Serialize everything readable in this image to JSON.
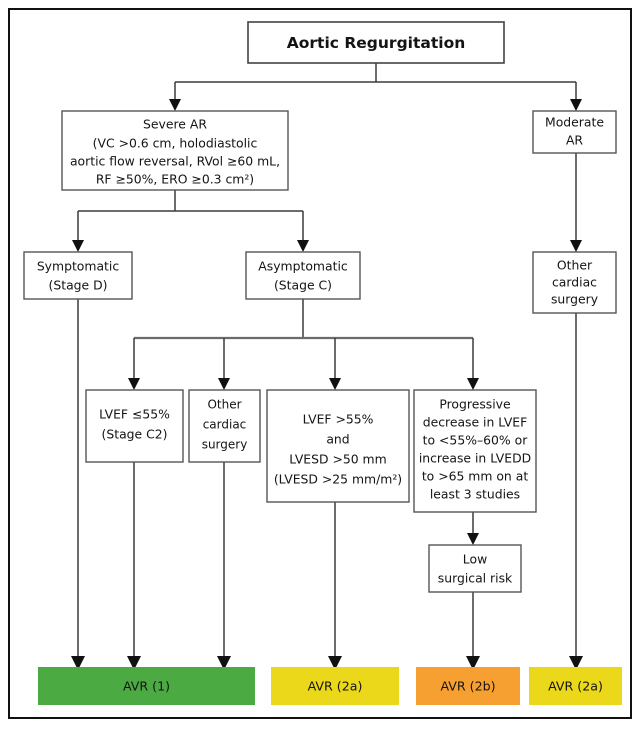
{
  "diagram": {
    "title": "Aortic Regurgitation",
    "colors": {
      "green": "#4CAA42",
      "yellow": "#EBD81B",
      "orange": "#F5A030",
      "box_border": "#555555",
      "connector": "#3b3b3b",
      "frame": "#111111",
      "text": "#141414"
    },
    "nodes": {
      "root": {
        "label": "Aortic Regurgitation"
      },
      "severe_ar": {
        "lines": [
          "Severe AR",
          "(VC >0.6 cm, holodiastolic",
          "aortic flow reversal, RVol ≥60 mL,",
          "RF ≥50%, ERO ≥0.3 cm²)"
        ]
      },
      "moderate_ar": {
        "lines": [
          "Moderate",
          "AR"
        ]
      },
      "symptomatic": {
        "lines": [
          "Symptomatic",
          "(Stage D)"
        ]
      },
      "asymptomatic": {
        "lines": [
          "Asymptomatic",
          "(Stage C)"
        ]
      },
      "other_cardiac_surgery_right": {
        "lines": [
          "Other",
          "cardiac",
          "surgery"
        ]
      },
      "lvef_55_low": {
        "lines": [
          "LVEF ≤55%",
          "(Stage C2)"
        ]
      },
      "other_cardiac_surgery_mid": {
        "lines": [
          "Other",
          "cardiac",
          "surgery"
        ]
      },
      "lvef_lvesd": {
        "lines": [
          "LVEF >55%",
          "and",
          "LVESD >50 mm",
          "(LVESD >25 mm/m²)"
        ]
      },
      "progressive_decrease": {
        "lines": [
          "Progressive",
          "decrease in LVEF",
          "to <55%–60% or",
          "increase in LVEDD",
          "to >65 mm on at",
          "least 3 studies"
        ]
      },
      "low_surgical_risk": {
        "lines": [
          "Low",
          "surgical risk"
        ]
      }
    },
    "outcomes": [
      {
        "label": "AVR (1)",
        "color": "#4CAA42"
      },
      {
        "label": "AVR (2a)",
        "color": "#EBD81B"
      },
      {
        "label": "AVR (2b)",
        "color": "#F5A030"
      },
      {
        "label": "AVR (2a)",
        "color": "#EBD81B"
      }
    ]
  }
}
